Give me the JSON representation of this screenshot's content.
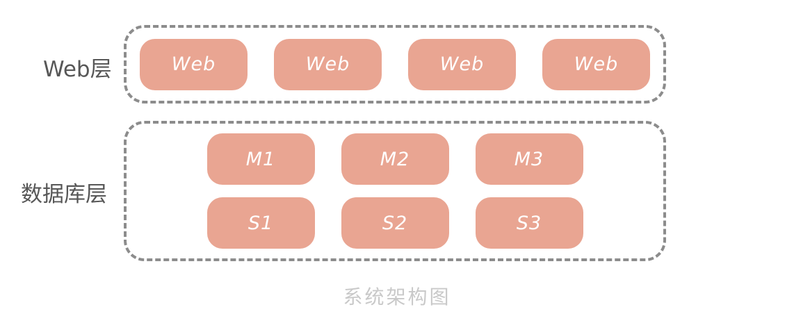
{
  "diagram": {
    "caption": "系统架构图",
    "layers": [
      {
        "name": "web-layer",
        "label": "Web层",
        "rows": [
          {
            "nodes": [
              "Web",
              "Web",
              "Web",
              "Web"
            ]
          }
        ]
      },
      {
        "name": "database-layer",
        "label": "数据库层",
        "rows": [
          {
            "nodes": [
              "M1",
              "M2",
              "M3"
            ]
          },
          {
            "nodes": [
              "S1",
              "S2",
              "S3"
            ]
          }
        ]
      }
    ],
    "colors": {
      "node_fill": "#E9A592",
      "node_text": "#FFFFFF",
      "container_border": "#8C8C8C",
      "layer_label_text": "#575757",
      "caption_text": "#C9C9C9",
      "background": "#FFFFFF"
    }
  }
}
